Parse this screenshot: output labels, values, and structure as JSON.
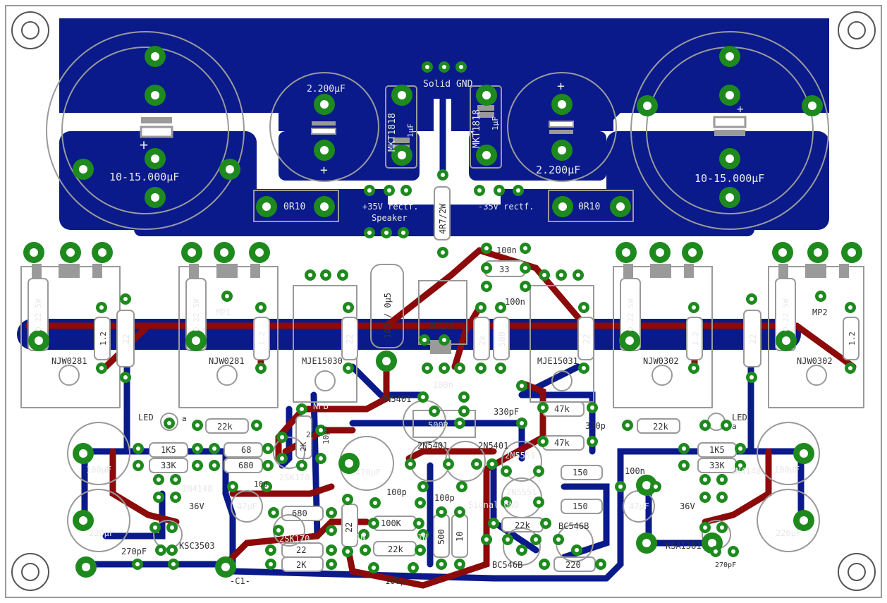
{
  "colors": {
    "background": "#ffffff",
    "copper_bottom": "#0a1a8a",
    "copper_top": "#8c0a0a",
    "pad": "#1e8a1e",
    "drill": "#ffffff",
    "silkscreen": "#9a9a9a",
    "label_white": "#e8e8e8",
    "label_dark": "#333333"
  },
  "labels": {
    "cap_big_left": "10-15.000µF",
    "cap_big_right": "10-15.000µF",
    "cap_2200_left": "2.200µF",
    "cap_2200_right": "2.200µF",
    "mkt_left": "MKT1818",
    "mkt_left_val": "1µF",
    "mkt_right": "MKT1818",
    "mkt_right_val": "1µF",
    "solid_gnd": "Solid GND",
    "rect_pos": "+35V rectf.",
    "rect_neg": "-35V rectf.",
    "speaker": "Speaker",
    "r_0r10_left": "0R10",
    "r_0r10_right": "0R10",
    "r_4r7": "4R7/2W",
    "coil": "10R / 0µ5",
    "r_5w_1": "0.22 5W",
    "r_5w_2": "0.22 5W",
    "r_5w_3": "0.22 5W",
    "r_5w_4": "0.22 5W",
    "r_1_2_a": "1.2",
    "r_1_2_b": "1.2",
    "r_1_2_c": "1.2",
    "r_1_2_d": "1.2",
    "r_22_a": "22",
    "r_22_b": "22",
    "r_22_c": "22",
    "r_22_d": "22",
    "mp1": "MP1",
    "mp2": "MP2",
    "q_njw0281_a": "NJW0281",
    "q_njw0281_b": "NJW0281",
    "q_njw0302_a": "NJW0302",
    "q_njw0302_b": "NJW0302",
    "q_mje15030": "MJE15030",
    "q_mje15031": "MJE15031",
    "q_bd139": "BD139",
    "r_100n_top": "100n",
    "r_33": "33",
    "c_100n_b": "100n",
    "r_2k": "2k",
    "r_500": "500",
    "c_100n_mid": "100n",
    "q_2n5401_a": "2N5401",
    "q_2n5401_b": "2N5401",
    "q_2n5401_c": "2N5401",
    "r_500r": "500R",
    "c_330pf": "330pF",
    "r_47k_a": "47k",
    "r_47k_b": "47k",
    "c_330p": "330p",
    "q_2n5551_a": "2N5551",
    "q_2n5551_b": "2N5551",
    "r_150_a": "150",
    "r_150_b": "150",
    "c_100n_r": "100n",
    "led_l": "LED",
    "led_r": "LED",
    "led_a_l": "a",
    "led_a_r": "a",
    "nfb": "NFB",
    "r_22k_l": "22k",
    "r_22k_r": "22k",
    "r_1k5_l": "1K5",
    "r_1k5_r": "1K5",
    "r_33k_l": "33K",
    "r_33k_r": "33K",
    "r_68": "68",
    "r_680_a": "680",
    "r_680_b": "680",
    "d_1n4148_l": "1N4148",
    "d_1n4148_r": "1N4148",
    "c_100uf_l": "100µF",
    "c_100uf_r": "100µF",
    "c_470uf": "470µF",
    "c_220uf_l": "220µF",
    "c_220uf_r": "220µF",
    "c_47uf_l": "47µF",
    "c_47uf_r": "47µF",
    "c_270pf_l": "270pF",
    "c_270pf_r": "270pF",
    "z_36v_l": "36V",
    "z_36v_r": "36V",
    "q_ksc3503": "KSC3503",
    "q_ksa1381": "KSA1381",
    "q_2sk170_a": "2SK170",
    "q_2sk170_b": "2SK170",
    "c_100p_a": "100p",
    "c_100p_b": "100p",
    "c_100p_c": "100p",
    "c_10pf": "10pF",
    "r_2k_b": "2K",
    "r_22_small": "22",
    "r_2k_c": "2K",
    "r_22k_b": "22k",
    "r_100k": "100K",
    "r_22_v": "22",
    "r_500_v": "500",
    "r_10_v": "10",
    "d_in_l": "1N",
    "d_in_r": "1N",
    "signal_gnd": "Signal GND",
    "r_22k_c": "22k",
    "q_bc546b_a": "BC546B",
    "q_bc546b_b": "BC546B",
    "r_220": "220",
    "c1": "-C1-",
    "c_10p": "10p",
    "r_2k_v": "2k"
  }
}
